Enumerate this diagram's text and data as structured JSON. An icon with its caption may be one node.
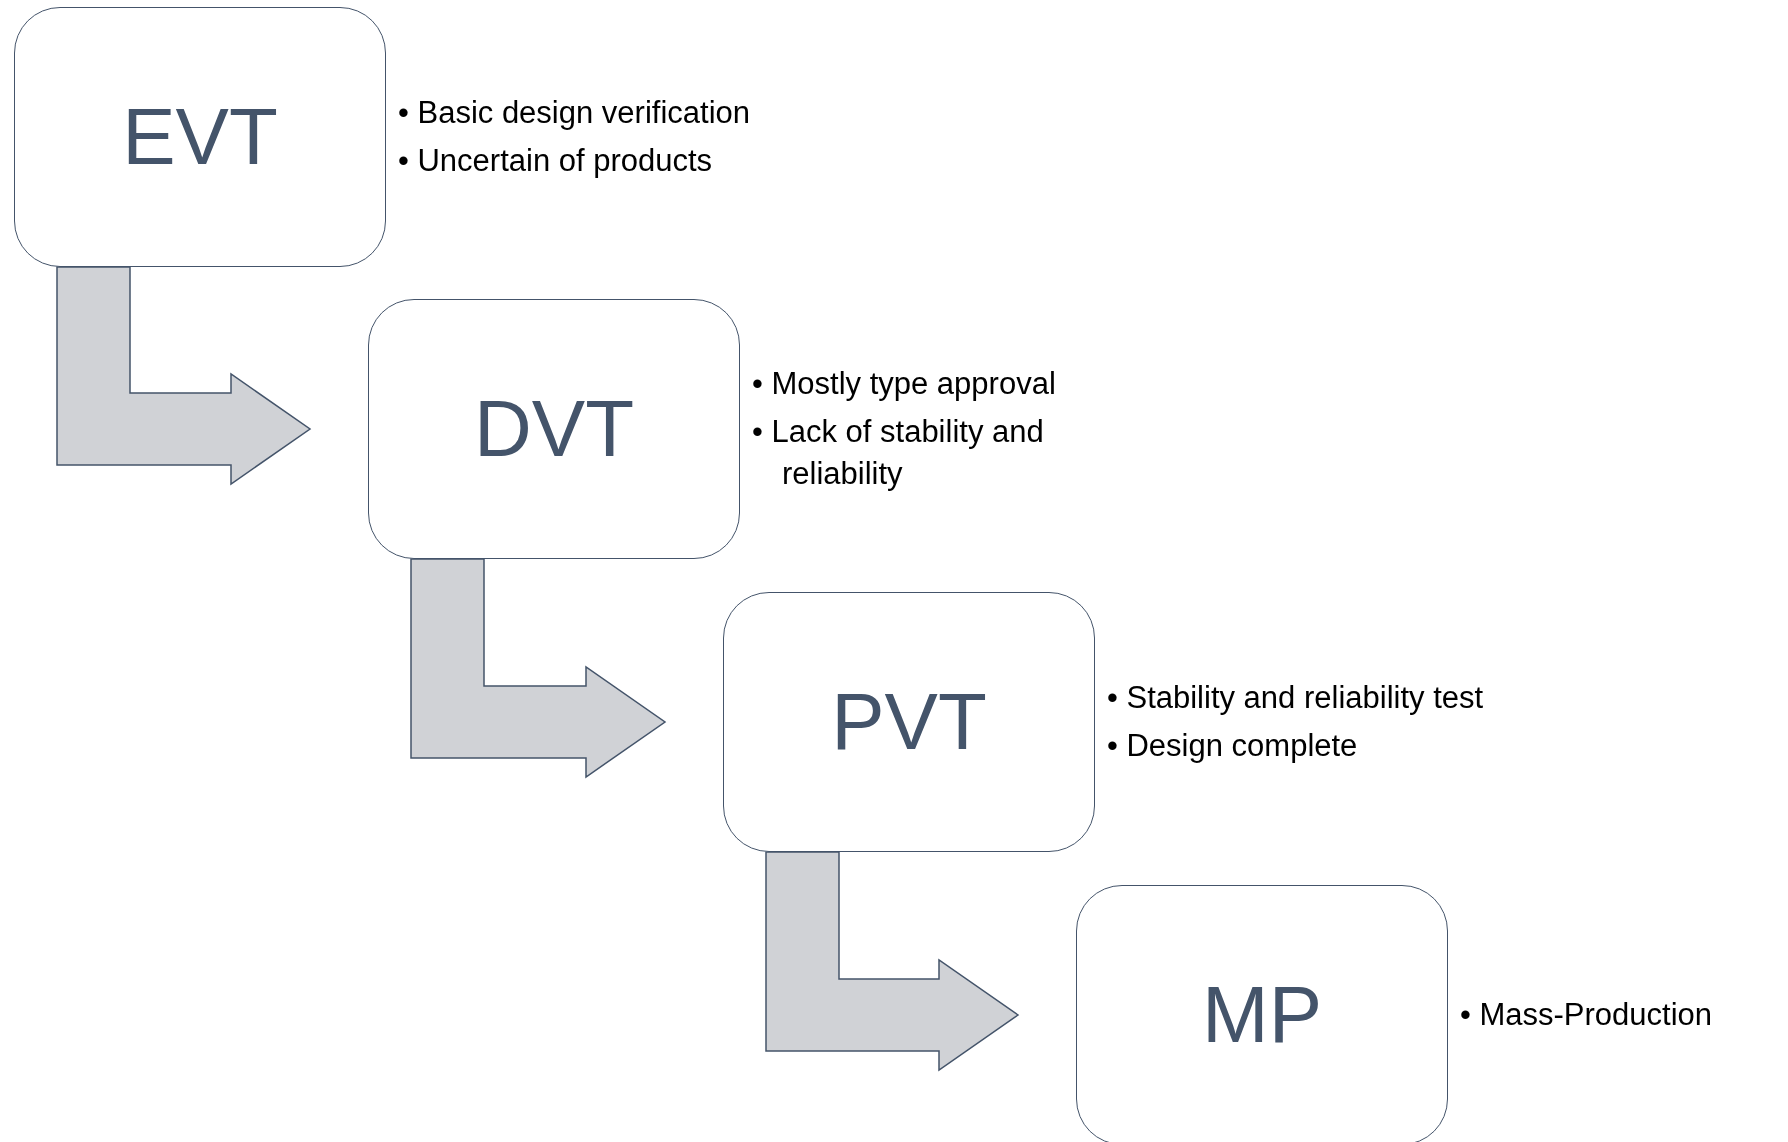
{
  "diagram": {
    "nodes": [
      {
        "text": [
          "EVT"
        ],
        "beside": [
          "• Basic design verification",
          "• Uncertain of products"
        ]
      },
      {
        "text": [
          "DVT"
        ],
        "beside": [
          "• Mostly type approval",
          "• Lack of stability and reliability"
        ]
      },
      {
        "text": [
          "PVT"
        ],
        "beside": [
          "• Stability and reliability test",
          "• Design complete"
        ]
      },
      {
        "text": [
          "MP"
        ],
        "beside": [
          "• Mass-Production"
        ]
      }
    ],
    "edges": [
      {
        "from": 0,
        "to": 1,
        "arrow": "to",
        "style": "thick"
      },
      {
        "from": 1,
        "to": 2,
        "arrow": "to",
        "style": "thick"
      },
      {
        "from": 2,
        "to": 3,
        "arrow": "to",
        "style": "thick"
      }
    ]
  }
}
